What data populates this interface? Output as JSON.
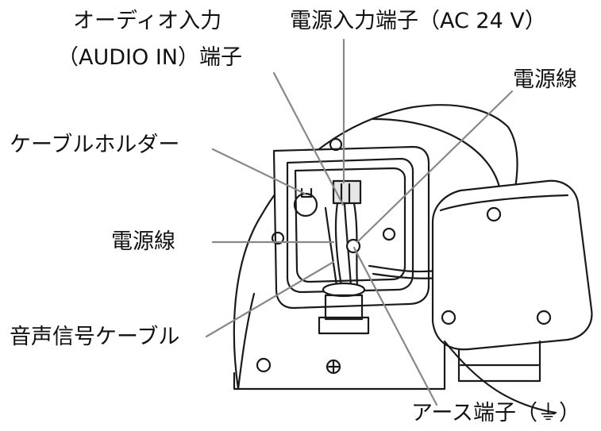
{
  "labels": {
    "audio_input_line1": "オーディオ入力",
    "audio_input_line2": "（AUDIO IN）端子",
    "power_input_terminal": "電源入力端子（AC 24 V）",
    "power_line_right": "電源線",
    "cable_holder": "ケーブルホルダー",
    "power_line_left": "電源線",
    "audio_signal_cable": "音声信号ケーブル",
    "earth_terminal": "アース端子（⏚）"
  },
  "colors": {
    "stroke": "#1a1a1a",
    "leader": "#888888",
    "body_fill": "#ffffff",
    "shade": "#e6e6e6"
  }
}
